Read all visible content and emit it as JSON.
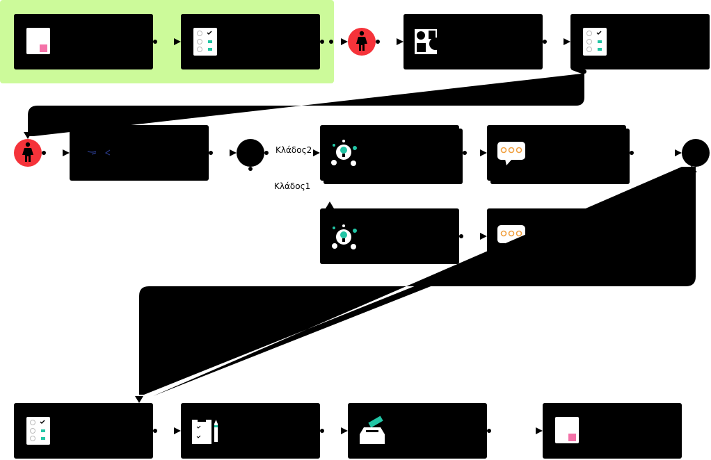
{
  "diagram": {
    "branch_labels": {
      "branch2": "Κλάδος2",
      "branch1": "Κλάδος1"
    },
    "colors": {
      "highlight": "#ccfa9a",
      "node_fill": "#000000",
      "person_fill": "#f5333a",
      "accent_pink": "#f472a8",
      "accent_teal": "#22c5a5",
      "accent_orange": "#f0a040"
    },
    "nodes": [
      {
        "id": "doc-start",
        "icon": "document-icon"
      },
      {
        "id": "checklist-1",
        "icon": "checklist-icon"
      },
      {
        "id": "actor-1",
        "icon": "person-icon"
      },
      {
        "id": "shapes",
        "icon": "shapes-icon"
      },
      {
        "id": "checklist-2",
        "icon": "checklist-icon"
      },
      {
        "id": "actor-2",
        "icon": "person-icon"
      },
      {
        "id": "compare",
        "icon": "compare-icon"
      },
      {
        "id": "split-gateway",
        "icon": "gateway"
      },
      {
        "id": "idea-branch2",
        "icon": "lightbulb-icon"
      },
      {
        "id": "chat-branch2",
        "icon": "speech-bubble-icon"
      },
      {
        "id": "join-gateway",
        "icon": "gateway"
      },
      {
        "id": "idea-branch1",
        "icon": "lightbulb-icon"
      },
      {
        "id": "chat-branch1",
        "icon": "speech-bubble-icon"
      },
      {
        "id": "checklist-3",
        "icon": "checklist-icon"
      },
      {
        "id": "clipboard",
        "icon": "clipboard-icon"
      },
      {
        "id": "ballot",
        "icon": "ballot-box-icon"
      },
      {
        "id": "doc-end",
        "icon": "document-icon"
      }
    ]
  }
}
